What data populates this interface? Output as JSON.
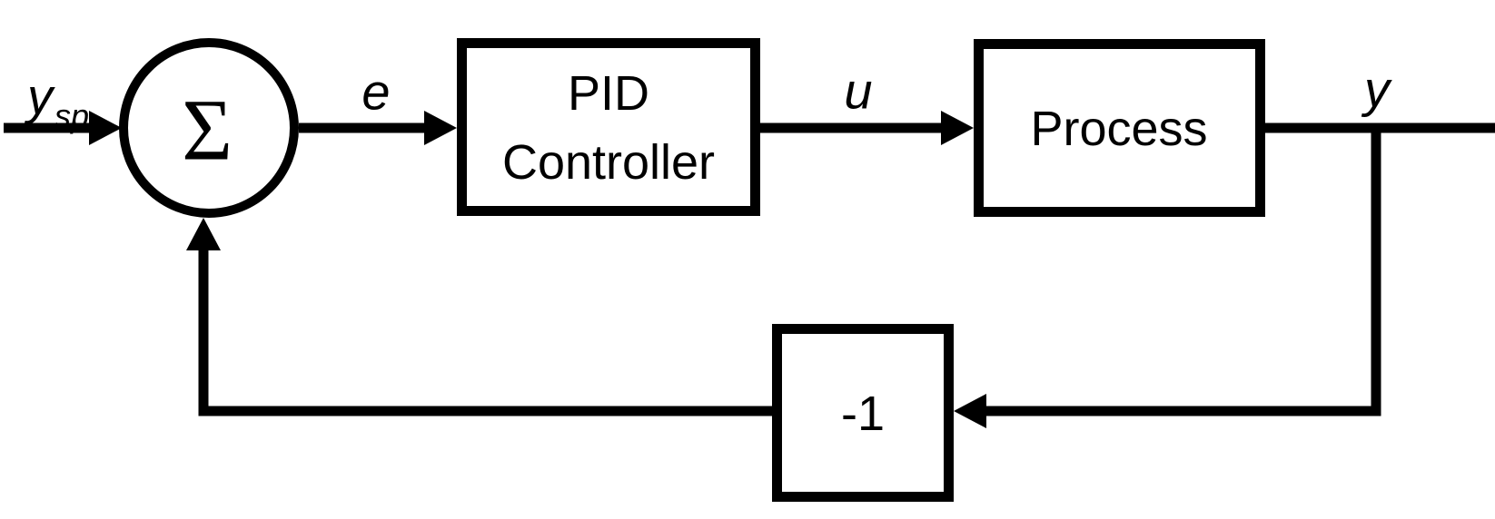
{
  "diagram": {
    "blocks": {
      "summer": {
        "symbol": "Σ"
      },
      "controller": {
        "line1": "PID",
        "line2": "Controller"
      },
      "process": {
        "label": "Process"
      },
      "feedback_gain": {
        "label": "-1"
      }
    },
    "signals": {
      "setpoint": {
        "main": "y",
        "sub": "sp"
      },
      "error": "e",
      "control": "u",
      "output": "y"
    },
    "colors": {
      "stroke": "#000000",
      "background": "#ffffff"
    }
  }
}
